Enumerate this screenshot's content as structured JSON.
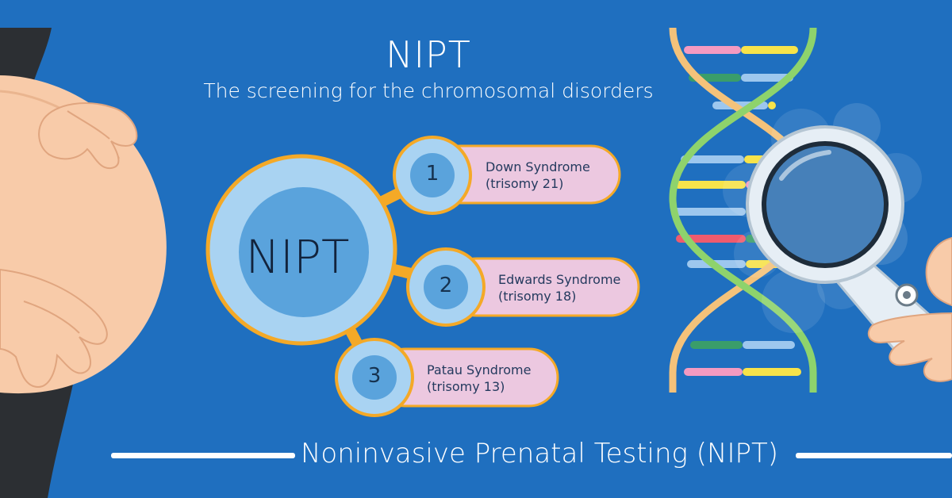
{
  "header": {
    "title": "NIPT",
    "subtitle": "The screening for the chromosomal disorders"
  },
  "hub": {
    "label": "NIPT"
  },
  "items": [
    {
      "number": "1",
      "name": "Down Syndrome",
      "detail": "(trisomy 21)"
    },
    {
      "number": "2",
      "name": "Edwards Syndrome",
      "detail": "(trisomy 18)"
    },
    {
      "number": "3",
      "name": "Patau Syndrome",
      "detail": "(trisomy 13)"
    }
  ],
  "footer": {
    "label": "Noninvasive Prenatal Testing (NIPT)"
  },
  "colors": {
    "background": "#1f6fbf",
    "hub_fill": "#5aa3dc",
    "ring_fill": "#a9d3f2",
    "connector": "#f4a927",
    "pill_fill": "#ecc8e0",
    "skin": "#f8cba9",
    "dark_clothing": "#2c2f33"
  }
}
